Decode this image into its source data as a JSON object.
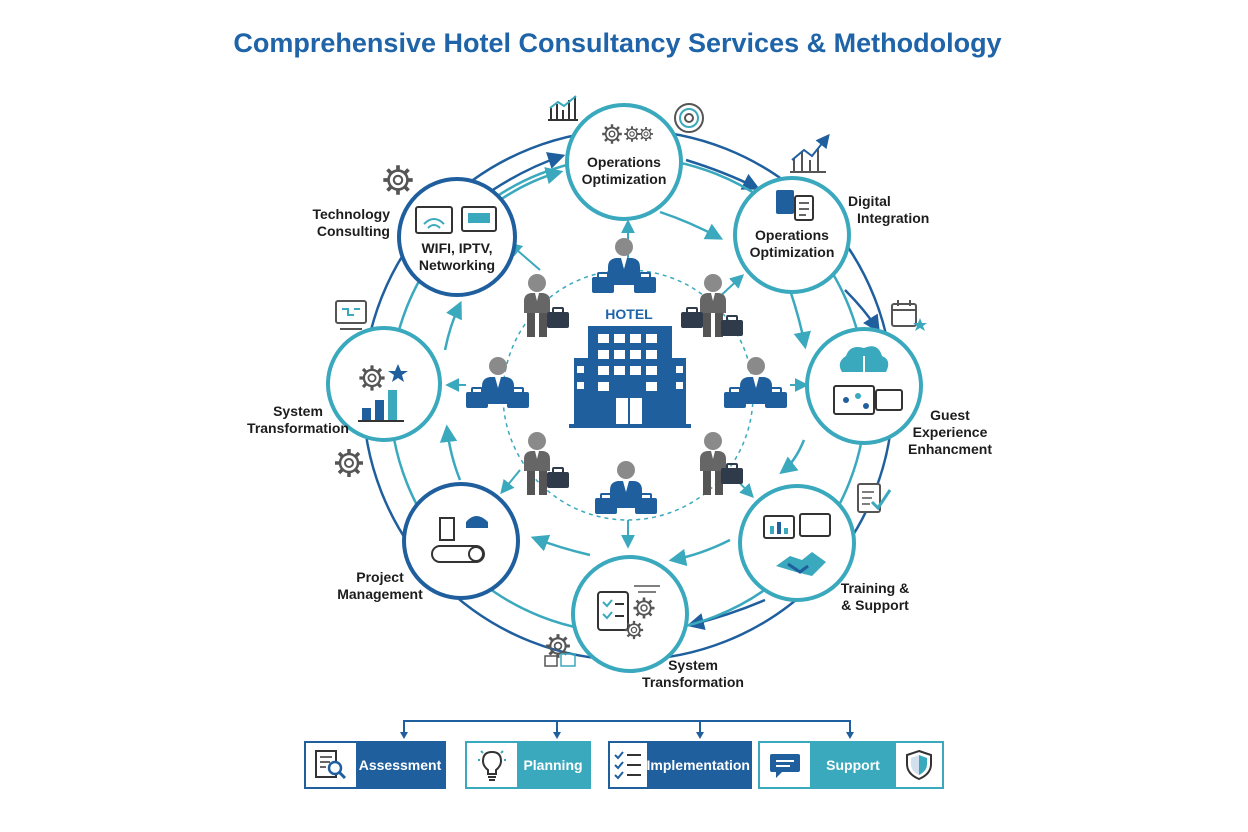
{
  "title": "Comprehensive Hotel Consultancy Services & Methodology",
  "center": {
    "label": "HOTEL"
  },
  "nodes": {
    "top": [
      "Operations",
      "Optimization"
    ],
    "upper_right": [
      "Operations",
      "Optimization"
    ],
    "upper_left": [
      "WIFI, IPTV,",
      "Networking"
    ]
  },
  "labels": {
    "technology_consulting": [
      "Technology",
      "Consulting"
    ],
    "digital_integration": [
      "Digital",
      "Integration"
    ],
    "system_transformation_left": [
      "System",
      "Transformation"
    ],
    "guest_experience": [
      "Guest",
      "Experience",
      "Enhancment"
    ],
    "project_management": [
      "Project",
      "Management"
    ],
    "training_support": [
      "Training &",
      "& Support"
    ],
    "system_transformation_bottom": [
      "System",
      "Transformation"
    ]
  },
  "steps": [
    {
      "label": "Assessment",
      "icon": "document-search-icon",
      "color": "#1f5f9e"
    },
    {
      "label": "Planning",
      "icon": "lightbulb-icon",
      "color": "#3aa9bd"
    },
    {
      "label": "Implementation",
      "icon": "checklist-icon",
      "color": "#1f5f9e"
    },
    {
      "label": "Support",
      "icon": "chat-bubble-icon",
      "color": "#3aa9bd"
    }
  ],
  "colors": {
    "title": "#1f63a8",
    "dark_blue": "#1f5f9e",
    "teal": "#3aa9bd",
    "gray": "#5f5f5f"
  }
}
